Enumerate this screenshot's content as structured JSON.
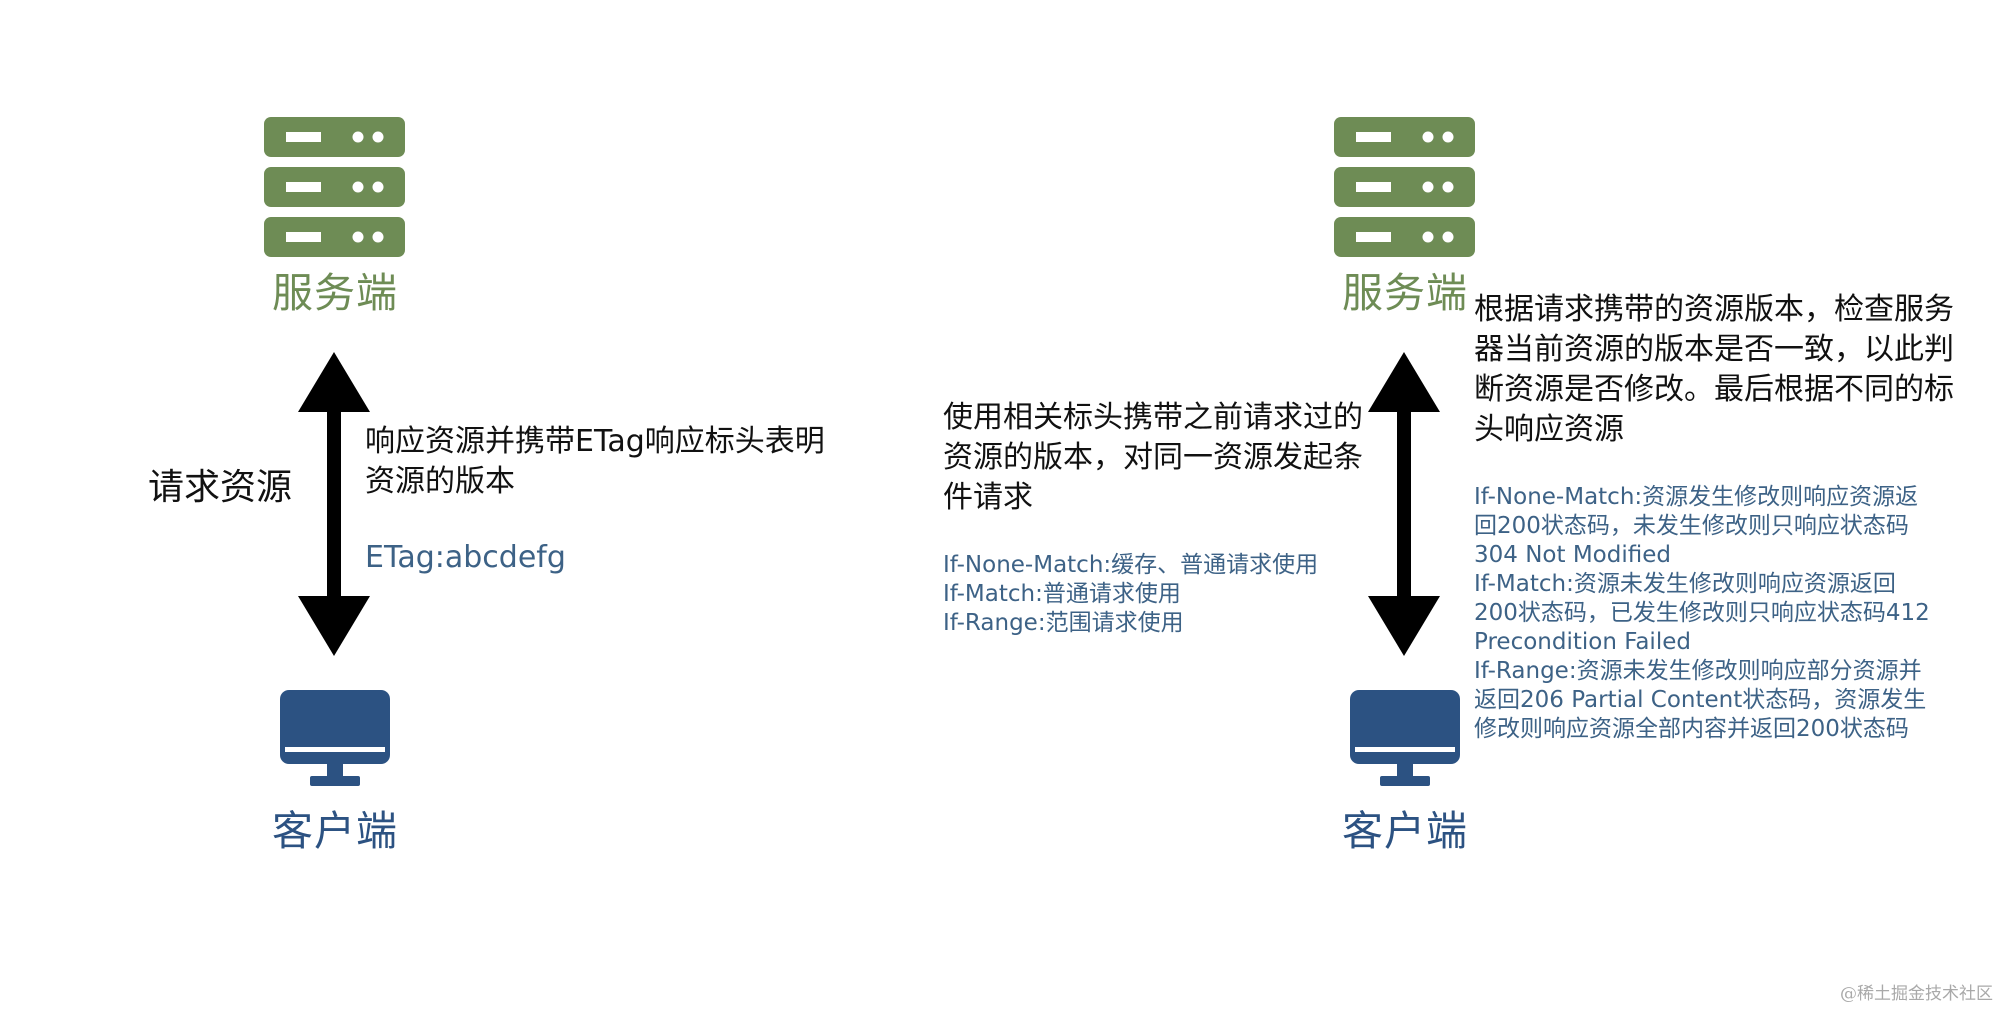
{
  "colors": {
    "server": "#6e8c55",
    "client": "#2c5282",
    "arrow": "#000000",
    "note_blue": "#3d6286"
  },
  "left": {
    "server_icon": "server-rack-icon",
    "server_label": "服务端",
    "client_icon": "desktop-monitor-icon",
    "client_label": "客户端",
    "arrow_label": "请求资源",
    "response_text": "响应资源并携带ETag响应标头表明资源的版本",
    "etag_text": "ETag:abcdefg"
  },
  "right": {
    "server_icon": "server-rack-icon",
    "server_label": "服务端",
    "client_icon": "desktop-monitor-icon",
    "client_label": "客户端",
    "request_text": "使用相关标头携带之前请求过的资源的版本，对同一资源发起条件请求",
    "request_headers": [
      "If-None-Match:缓存、普通请求使用",
      "If-Match:普通请求使用",
      "If-Range:范围请求使用"
    ],
    "server_text": "根据请求携带的资源版本，检查服务器当前资源的版本是否一致，以此判断资源是否修改。最后根据不同的标头响应资源",
    "server_rules": [
      "If-None-Match:资源发生修改则响应资源返",
      "回200状态码，未发生修改则只响应状态码",
      "304 Not Modified",
      "If-Match:资源未发生修改则响应资源返回",
      "200状态码，已发生修改则只响应状态码412",
      "Precondition Failed",
      "If-Range:资源未发生修改则响应部分资源并",
      "返回206 Partial Content状态码，资源发生",
      "修改则响应资源全部内容并返回200状态码"
    ]
  },
  "watermark": "@稀土掘金技术社区"
}
